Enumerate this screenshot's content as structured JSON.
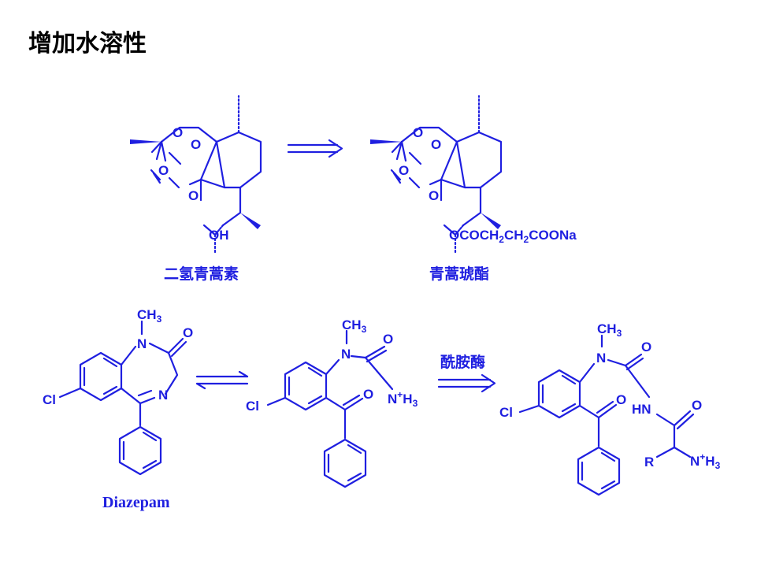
{
  "title": "增加水溶性",
  "labels": {
    "o": "O",
    "oh": "OH",
    "n": "N",
    "cl": "Cl",
    "hn": "HN",
    "r": "R",
    "ch3": "CH",
    "three": "3",
    "two": "2",
    "plus": "+",
    "nh3_n": "N",
    "nh3_h": "H",
    "ester_a": "OCOCH",
    "ester_b": "CH",
    "ester_c": "COONa"
  },
  "captions": {
    "dha": "二氢青蒿素",
    "artesunate": "青蒿琥酯",
    "enzyme": "酰胺酶",
    "diazepam": "Diazepam"
  },
  "colors": {
    "structure": "#1f1fe0",
    "title": "#000000"
  }
}
